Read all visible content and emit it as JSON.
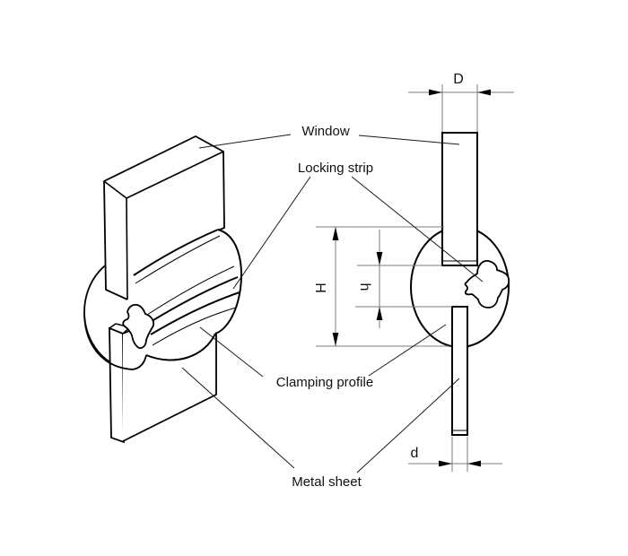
{
  "diagram": {
    "type": "technical-drawing",
    "views": {
      "left": "isometric assembly view",
      "right": "cross-section view"
    },
    "labels": {
      "window": "Window",
      "locking_strip": "Locking strip",
      "clamping_profile": "Clamping profile",
      "metal_sheet": "Metal sheet"
    },
    "dimensions": {
      "window_thickness": "D",
      "profile_height": "H",
      "grip_height": "h",
      "sheet_thickness": "d"
    },
    "colors": {
      "outline": "#000000",
      "dimension_line": "#7b7b7b",
      "leader_line": "#1a1a1a",
      "background": "#ffffff"
    }
  }
}
